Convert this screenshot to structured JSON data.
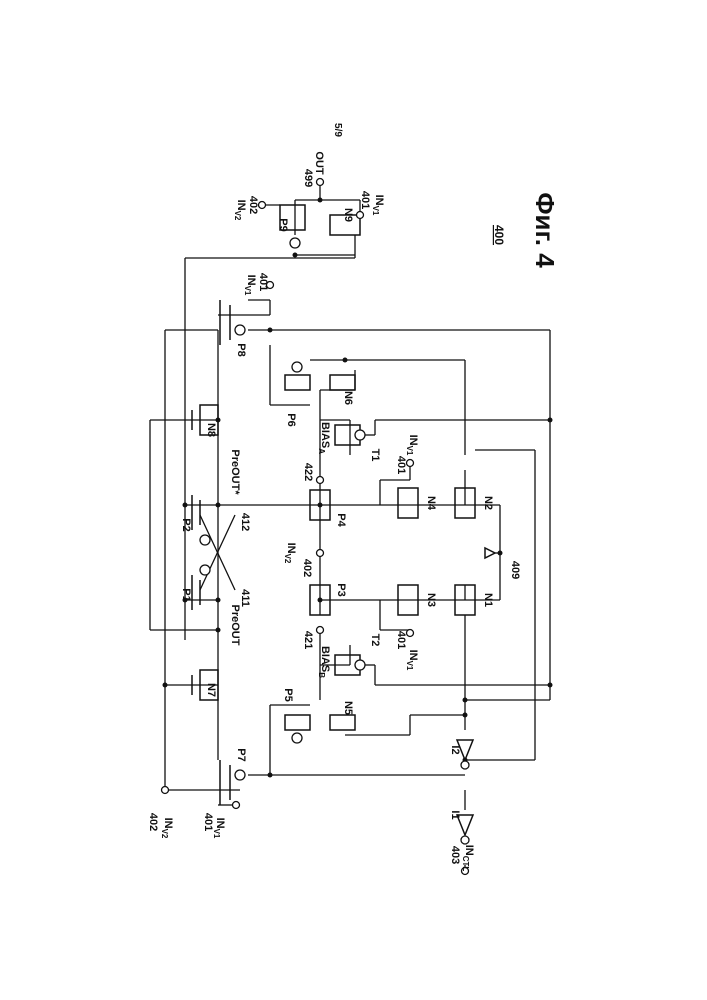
{
  "page": {
    "number": "5/9"
  },
  "figure": {
    "caption": "Фиг. 4",
    "reference": "400"
  },
  "transistors": {
    "P1": "P1",
    "P2": "P2",
    "P3": "P3",
    "P4": "P4",
    "P5": "P5",
    "P6": "P6",
    "P7": "P7",
    "P8": "P8",
    "P9": "P9",
    "N1": "N1",
    "N2": "N2",
    "N3": "N3",
    "N4": "N4",
    "N5": "N5",
    "N6": "N6",
    "N7": "N7",
    "N8": "N8",
    "N9": "N9",
    "T1": "T1",
    "T2": "T2"
  },
  "inverters": {
    "I1": "I1",
    "I2": "I2"
  },
  "nodes": {
    "preout": "PreOUT",
    "preout_star": "PreOUT*",
    "n411": "411",
    "n412": "412",
    "n409": "409",
    "n421": "421",
    "n422": "422",
    "n499": "499",
    "out": "OUT",
    "bias_a": "BIAS",
    "bias_a_sub": "A",
    "bias_b": "BIAS",
    "bias_b_sub": "B"
  },
  "terminals": {
    "num_401": "401",
    "num_402": "402",
    "num_403": "403",
    "in_prefix": "IN",
    "v1_sub": "V1",
    "v2_sub": "V2",
    "ctl_sub": "CTL"
  }
}
